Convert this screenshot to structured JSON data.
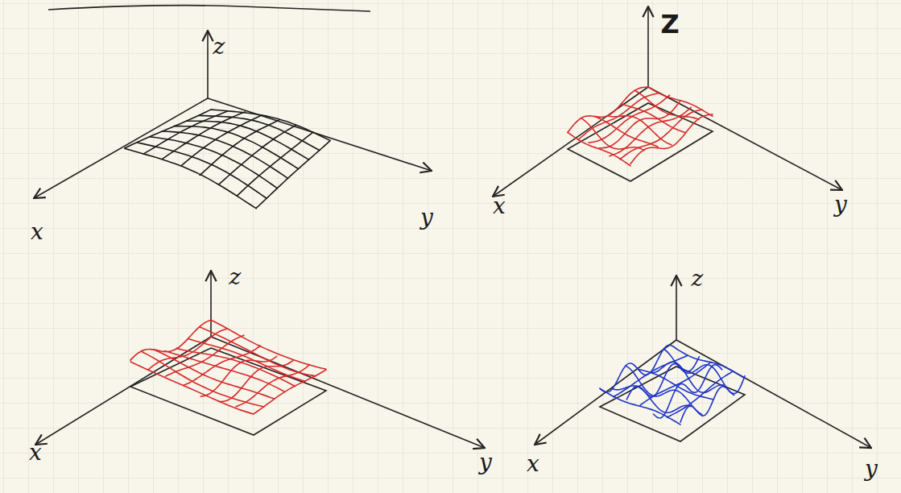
{
  "diagram": {
    "labels": [
      "z",
      "x",
      "y",
      "Z",
      "x",
      "y",
      "z",
      "x",
      "y",
      "z",
      "x",
      "y"
    ]
  }
}
